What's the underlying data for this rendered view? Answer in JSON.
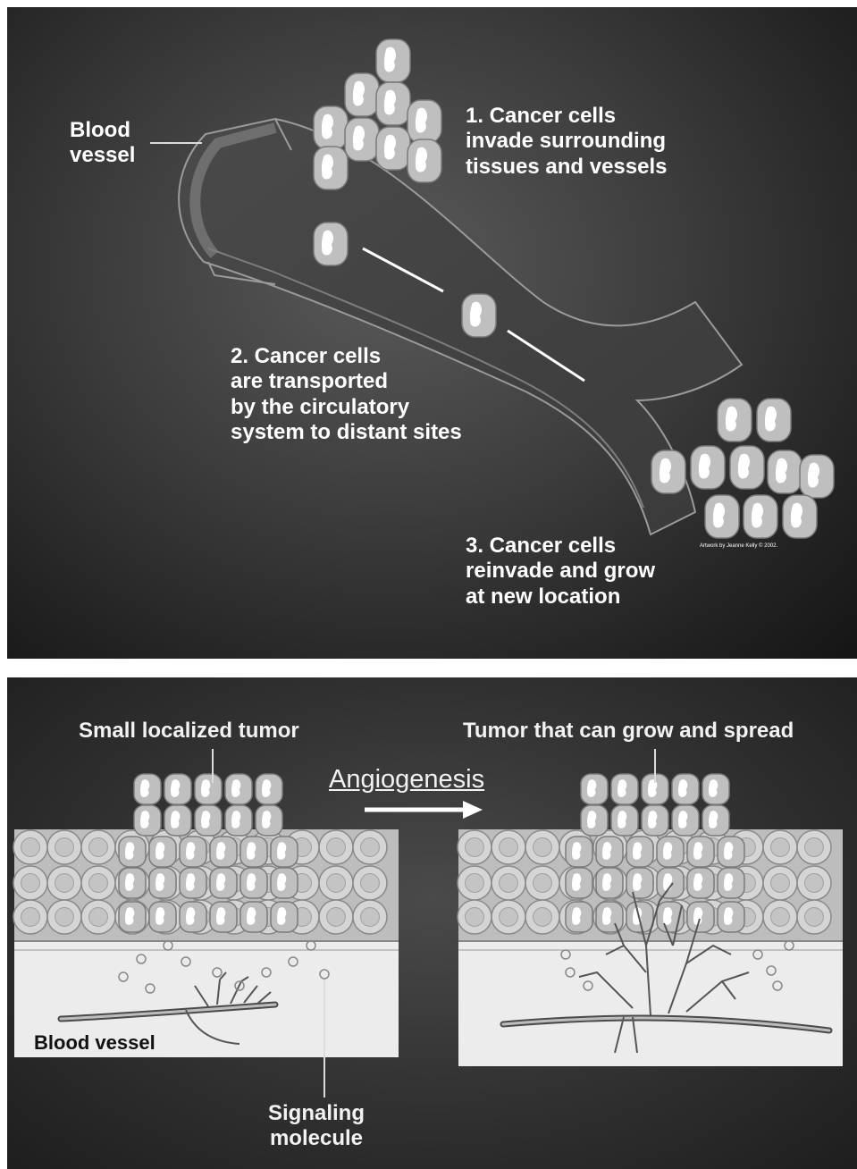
{
  "metastasis": {
    "vessel_label": "Blood\nvessel",
    "step1": "1. Cancer cells\ninvade surrounding\ntissues and vessels",
    "step2": "2. Cancer cells\nare transported\nby the circulatory\nsystem to distant sites",
    "step3": "3. Cancer cells\nreinvade and grow\nat new location",
    "credit": "Artwork by Jeanne Kelly © 2002."
  },
  "angiogenesis": {
    "left_title": "Small localized tumor",
    "right_title": "Tumor that can grow and spread",
    "arrow_label": "Angiogenesis",
    "vessel_label": "Blood vessel",
    "signal_label": "Signaling\nmolecule"
  },
  "colors": {
    "panel_dark": "#2a2a2a",
    "cell_fill": "#cfcfcf",
    "nucleus": "#ffffff",
    "tissue": "#e6e6e6"
  }
}
